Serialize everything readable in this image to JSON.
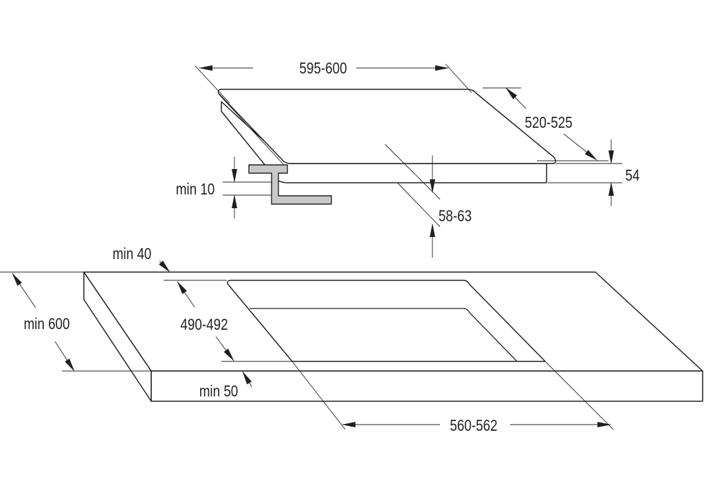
{
  "diagram": {
    "hob_width": "595-600",
    "hob_depth": "520-525",
    "hob_height": "54",
    "bracket_clearance": "min 10",
    "built_in_depth": "58-63",
    "rear_margin": "min 40",
    "worktop_depth": "min 600",
    "cutout_depth": "490-492",
    "front_margin": "min 50",
    "cutout_width": "560-562"
  },
  "colors": {
    "line": "#231f20",
    "bracket": "#c8c8c8"
  }
}
